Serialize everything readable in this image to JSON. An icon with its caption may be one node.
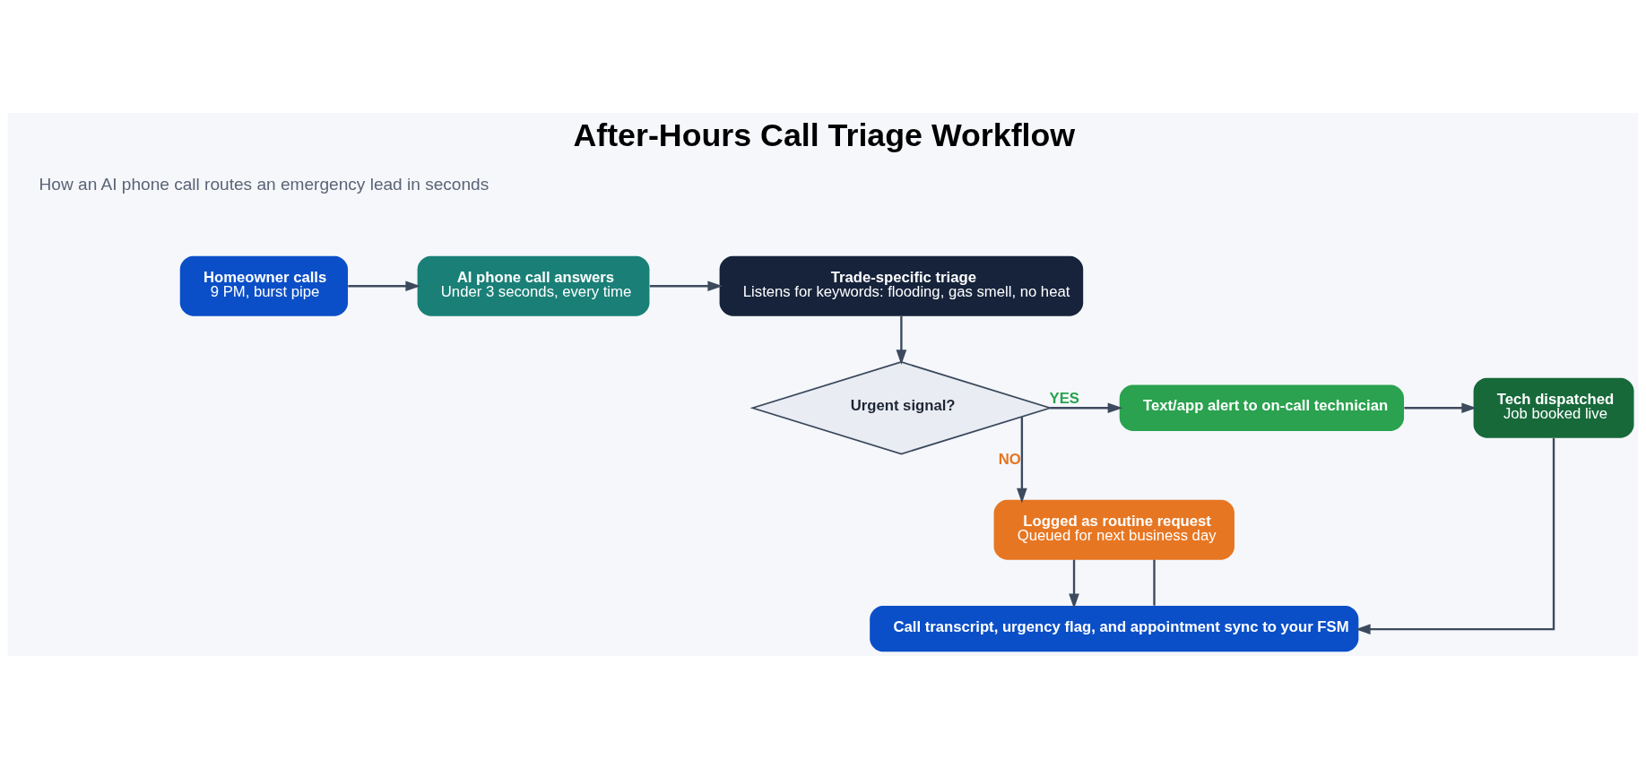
{
  "diagram": {
    "title": "After-Hours Call Triage Workflow",
    "nodes": [
      {
        "text": [
          "Homeowner calls",
          "9 PM, burst pipe"
        ]
      },
      {
        "text": [
          "AI phone call answers",
          "Under 3 seconds, every time"
        ]
      },
      {
        "text": [
          "Trade-specific triage",
          "Listens for keywords: flooding, gas smell, no heat"
        ]
      },
      {
        "text": [
          "Urgent signal?"
        ]
      },
      {
        "text": [
          "Text/app alert to on-call technician"
        ]
      },
      {
        "text": [
          "Tech dispatched",
          "Job booked live"
        ]
      },
      {
        "text": [
          "Logged as routine request",
          "Queued for next business day"
        ]
      },
      {
        "text": [
          "Call transcript, urgency flag, and appointment sync to your FSM"
        ]
      }
    ],
    "edges": [
      {
        "from": 0,
        "to": 1,
        "arrow": "to"
      },
      {
        "from": 1,
        "to": 2,
        "arrow": "to"
      },
      {
        "from": 2,
        "to": 3,
        "arrow": "to"
      },
      {
        "from": 3,
        "to": 4,
        "arrow": "to",
        "label": "YES"
      },
      {
        "from": 4,
        "to": 5,
        "arrow": "to"
      },
      {
        "from": 3,
        "to": 6,
        "arrow": "to",
        "label": "NO"
      },
      {
        "from": 5,
        "to": 7,
        "arrow": "to"
      },
      {
        "from": 6,
        "to": 7,
        "arrow": "to"
      },
      {
        "from": 6,
        "to": 7,
        "arrow": "none"
      }
    ],
    "labels": [
      "How an AI phone call routes an emergency lead in seconds"
    ]
  }
}
